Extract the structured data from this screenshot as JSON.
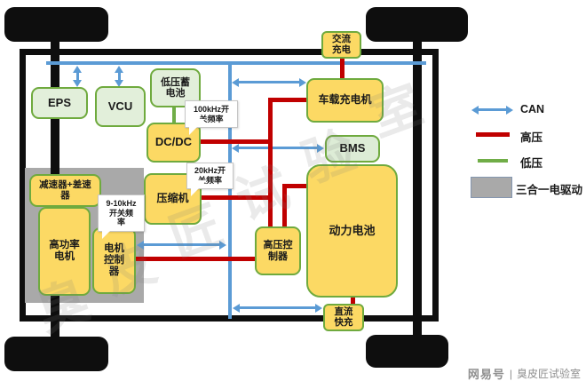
{
  "nodes": {
    "eps": "EPS",
    "vcu": "VCU",
    "lv_battery": "低压蓄\n电池",
    "dcdc": "DC/DC",
    "compressor": "压缩机",
    "obc": "车载充电机",
    "bms": "BMS",
    "battery": "动力电池",
    "hv_controller": "高压控\n制器",
    "ac_charge": "交流\n充电",
    "dc_fast_charge": "直流\n快充",
    "reducer": "减速器+差速\n器",
    "motor": "高功率\n电机",
    "mcu": "电机\n控制\n器"
  },
  "callouts": {
    "dcdc_freq": "100kHz开\n关频率",
    "compressor_freq": "20kHz开\n关频率",
    "mcu_freq": "9-10kHz\n开关频\n率"
  },
  "legend": {
    "can": "CAN",
    "hv": "高压",
    "lv": "低压",
    "three_in_one": "三合一电驱动"
  },
  "colors": {
    "can_blue": "#5b9bd5",
    "hv_red": "#c00000",
    "lv_green": "#70ad47",
    "node_yellow": "#fcd964",
    "node_light_green": "#e2efda",
    "drive_gray": "#a9a9a9"
  },
  "watermark": {
    "source": "网易号",
    "divider": "|",
    "author": "臭皮匠试验室",
    "diagonal_chars": [
      "臭",
      "皮",
      "匠",
      "试",
      "验",
      "室"
    ]
  }
}
